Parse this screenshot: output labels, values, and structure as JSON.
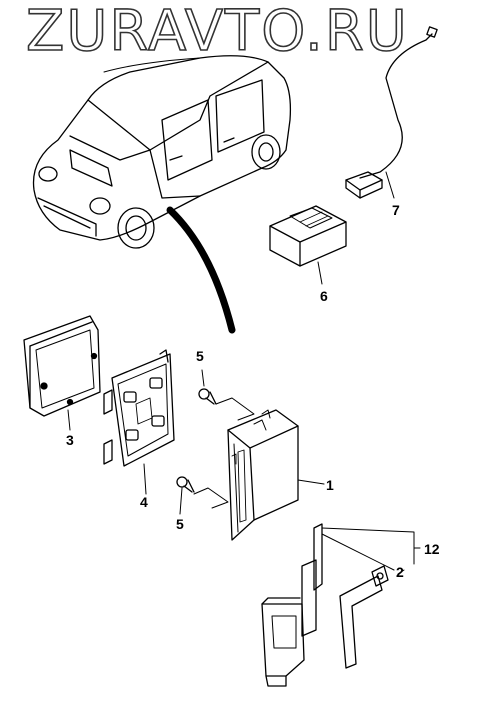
{
  "watermark": "ZURAVTO.RU",
  "callouts": {
    "c1": "1",
    "c2": "2",
    "c3": "3",
    "c4": "4",
    "c5a": "5",
    "c5b": "5",
    "c6": "6",
    "c7": "7",
    "c12": "12"
  }
}
